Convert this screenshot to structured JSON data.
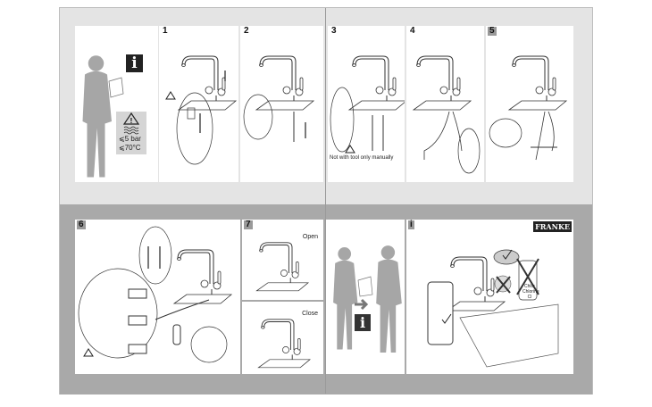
{
  "steps": {
    "s1": "1",
    "s2": "2",
    "s3": "3",
    "s4": "4",
    "s5": "5",
    "s6": "6",
    "s7": "7",
    "info": "i"
  },
  "intro": {
    "info_icon": "i",
    "pressure": "⩽5 bar",
    "temperature": "⩽70°C"
  },
  "step3": {
    "note": "Not with tool only manually"
  },
  "step7": {
    "open": "Open",
    "close": "Close"
  },
  "handover": {
    "info_icon": "i"
  },
  "care": {
    "brand": "FRANKE",
    "chlor_line1": "Chlor",
    "chlor_line2": "Chlorine",
    "chlor_line3": "Cl"
  },
  "colors": {
    "light_band": "#e4e4e4",
    "dark_band": "#a9a9a9",
    "figure": "#a6a6a6"
  }
}
